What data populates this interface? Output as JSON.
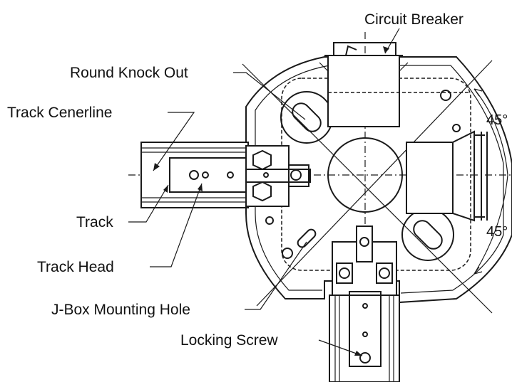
{
  "labels": {
    "circuit_breaker": "Circuit Breaker",
    "round_knock_out": "Round Knock Out",
    "track_centerline": "Track Cenerline",
    "track": "Track",
    "track_head": "Track Head",
    "jbox_hole": "J-Box Mounting Hole",
    "locking_screw": "Locking Screw"
  },
  "angles": {
    "upper": "45°",
    "lower": "45°"
  }
}
